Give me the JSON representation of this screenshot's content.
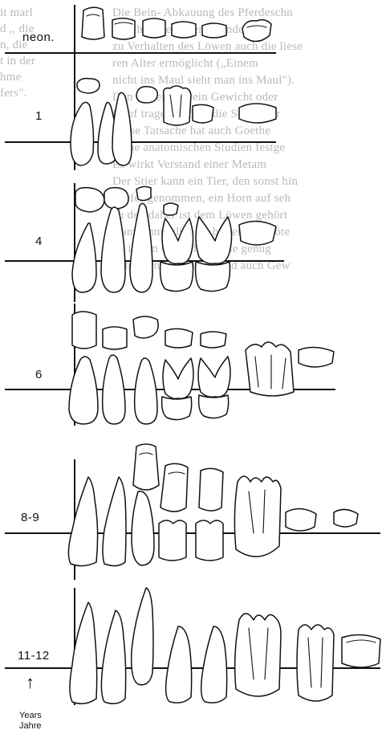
{
  "ages": {
    "neon": "neon.",
    "one": "1",
    "four": "4",
    "six": "6",
    "eight_nine": "8-9",
    "eleven_twelve": "11-12"
  },
  "footer": {
    "arrow": "↑",
    "years": "Years",
    "jahre": "Jahre"
  },
  "bleed_text": {
    "left": [
      "it marl",
      "d ,, die",
      "n, die",
      "",
      "t in der",
      "hme",
      "fers\"."
    ],
    "right": [
      "Die Bein- Abkauung des Pferdeschn",
      "aber hier bei einem Kunde, d",
      "zu Verhalten des Löwen auch die liese",
      "ren Alter ermöglicht („Einem",
      "nicht ins Maul sieht man ins Maul\").",
      "",
      "Den Tieren, die ein Gewicht oder",
      "Kopf tragen, fehlen die Schneider",
      "Diese Tatsache hat auch Goethe",
      "Seine anatomischen Studien festge",
      "Es wirkt Verstand einer Metam",
      "",
      "Der Stier kann ein Tier, den sonst hin",
      "Kiefer genommen, ein Horn auf seh",
      "zu den daher ist dem Löwen gehört",
      "Ganz unmöglich zu bilden und böte",
      "Es ist ein Gewicht Masse genug",
      "",
      "Schultern Vorderarm und auch Gew"
    ]
  }
}
